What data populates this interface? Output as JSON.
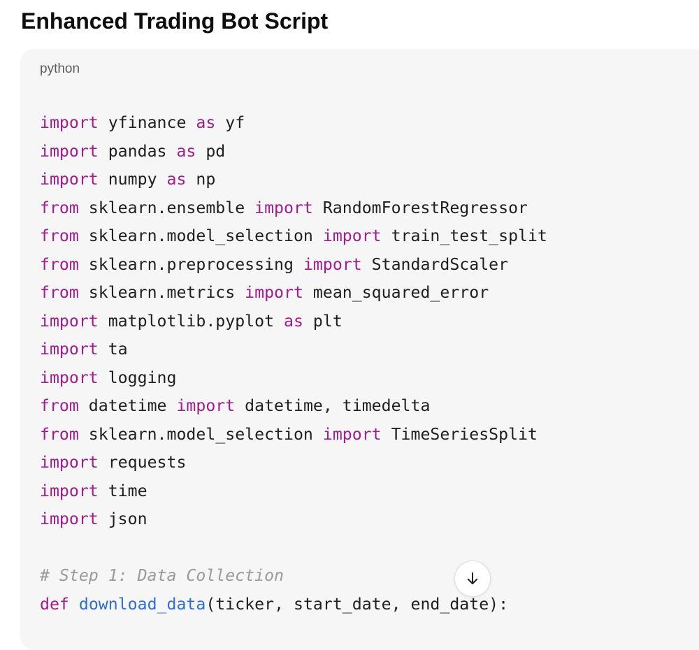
{
  "heading": "Enhanced Trading Bot Script",
  "code_block": {
    "language": "python",
    "lines": [
      [
        {
          "t": "import",
          "c": "kw"
        },
        {
          "t": " yfinance "
        },
        {
          "t": "as",
          "c": "kw"
        },
        {
          "t": " yf"
        }
      ],
      [
        {
          "t": "import",
          "c": "kw"
        },
        {
          "t": " pandas "
        },
        {
          "t": "as",
          "c": "kw"
        },
        {
          "t": " pd"
        }
      ],
      [
        {
          "t": "import",
          "c": "kw"
        },
        {
          "t": " numpy "
        },
        {
          "t": "as",
          "c": "kw"
        },
        {
          "t": " np"
        }
      ],
      [
        {
          "t": "from",
          "c": "kw"
        },
        {
          "t": " sklearn.ensemble "
        },
        {
          "t": "import",
          "c": "kw"
        },
        {
          "t": " RandomForestRegressor"
        }
      ],
      [
        {
          "t": "from",
          "c": "kw"
        },
        {
          "t": " sklearn.model_selection "
        },
        {
          "t": "import",
          "c": "kw"
        },
        {
          "t": " train_test_split"
        }
      ],
      [
        {
          "t": "from",
          "c": "kw"
        },
        {
          "t": " sklearn.preprocessing "
        },
        {
          "t": "import",
          "c": "kw"
        },
        {
          "t": " StandardScaler"
        }
      ],
      [
        {
          "t": "from",
          "c": "kw"
        },
        {
          "t": " sklearn.metrics "
        },
        {
          "t": "import",
          "c": "kw"
        },
        {
          "t": " mean_squared_error"
        }
      ],
      [
        {
          "t": "import",
          "c": "kw"
        },
        {
          "t": " matplotlib.pyplot "
        },
        {
          "t": "as",
          "c": "kw"
        },
        {
          "t": " plt"
        }
      ],
      [
        {
          "t": "import",
          "c": "kw"
        },
        {
          "t": " ta"
        }
      ],
      [
        {
          "t": "import",
          "c": "kw"
        },
        {
          "t": " logging"
        }
      ],
      [
        {
          "t": "from",
          "c": "kw"
        },
        {
          "t": " datetime "
        },
        {
          "t": "import",
          "c": "kw"
        },
        {
          "t": " datetime, timedelta"
        }
      ],
      [
        {
          "t": "from",
          "c": "kw"
        },
        {
          "t": " sklearn.model_selection "
        },
        {
          "t": "import",
          "c": "kw"
        },
        {
          "t": " TimeSeriesSplit"
        }
      ],
      [
        {
          "t": "import",
          "c": "kw"
        },
        {
          "t": " requests"
        }
      ],
      [
        {
          "t": "import",
          "c": "kw"
        },
        {
          "t": " time"
        }
      ],
      [
        {
          "t": "import",
          "c": "kw"
        },
        {
          "t": " json"
        }
      ],
      [],
      [
        {
          "t": "# Step 1: Data Collection",
          "c": "cm"
        }
      ],
      [
        {
          "t": "def",
          "c": "kw"
        },
        {
          "t": " "
        },
        {
          "t": "download_data",
          "c": "fn"
        },
        {
          "t": "(ticker, start_date, end_date):"
        }
      ]
    ]
  },
  "scroll_button": {
    "icon": "arrow-down-icon"
  },
  "colors": {
    "keyword": "#a21c8f",
    "function": "#2f6fd1",
    "comment": "#9a9a9a",
    "text": "#1f1f1f",
    "code_background": "#f6f6f7"
  }
}
